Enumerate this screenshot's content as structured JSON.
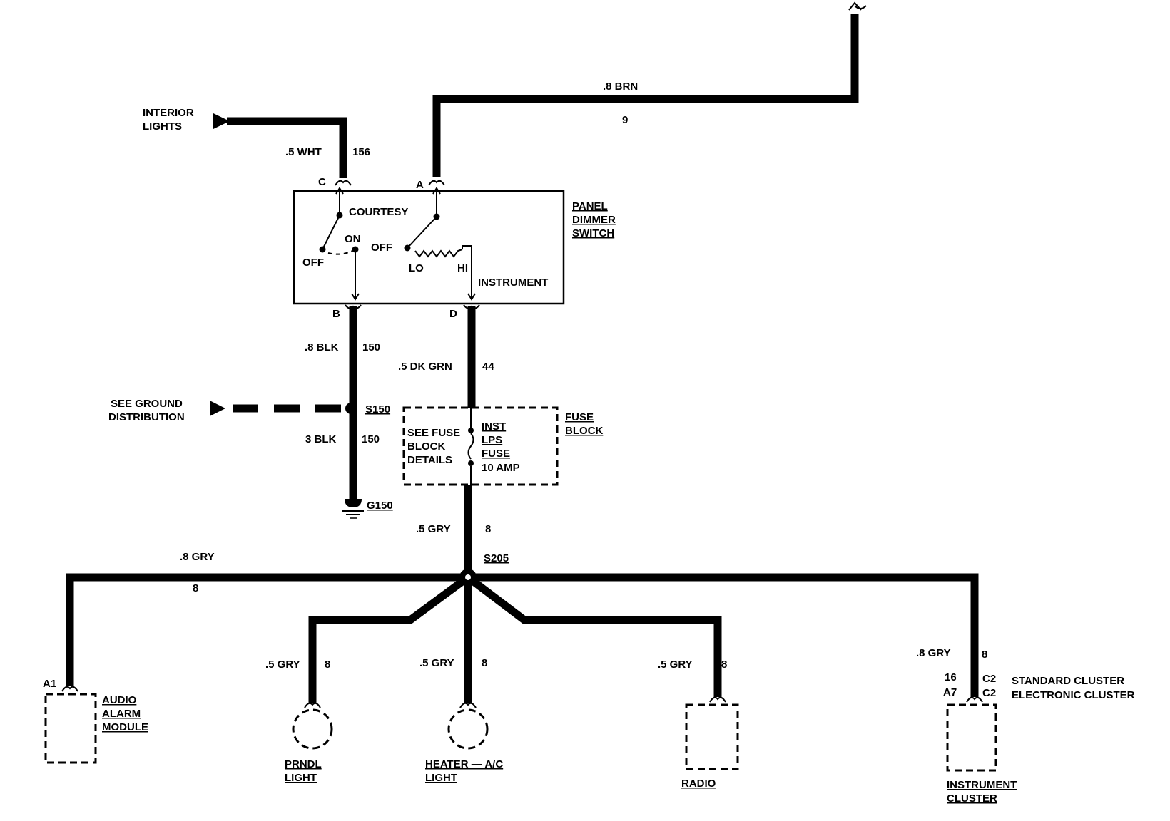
{
  "switch": {
    "panel_label": [
      "PANEL",
      "DIMMER",
      "SWITCH"
    ],
    "courtesy": "COURTESY",
    "on": "ON",
    "off_left": "OFF",
    "off_right": "OFF",
    "lo": "LO",
    "hi": "HI",
    "instrument": "INSTRUMENT",
    "pin_a": "A",
    "pin_b": "B",
    "pin_c": "C",
    "pin_d": "D"
  },
  "interior": {
    "label": [
      "INTERIOR",
      "LIGHTS"
    ],
    "wire": ".5 WHT",
    "circuit": "156"
  },
  "top_wire": {
    "wire": ".8 BRN",
    "circuit": "9"
  },
  "ground": {
    "wire_upper": ".8 BLK",
    "circuit_upper": "150",
    "see_label": [
      "SEE GROUND",
      "DISTRIBUTION"
    ],
    "splice": "S150",
    "wire_lower": "3 BLK",
    "circuit_lower": "150",
    "ground_id": "G150"
  },
  "instrument_wire": {
    "wire": ".5 DK GRN",
    "circuit": "44"
  },
  "fuse": {
    "block_label": [
      "FUSE",
      "BLOCK"
    ],
    "details": [
      "SEE FUSE",
      "BLOCK",
      "DETAILS"
    ],
    "fuse_name": [
      "INST",
      "LPS",
      "FUSE"
    ],
    "rating": "10 AMP"
  },
  "feed": {
    "wire": ".5 GRY",
    "circuit": "8",
    "splice": "S205"
  },
  "branches": {
    "left_wire": ".8 GRY",
    "left_circuit": "8",
    "prndl_wire": ".5 GRY",
    "prndl_circuit": "8",
    "heater_wire": ".5 GRY",
    "heater_circuit": "8",
    "radio_wire": ".5 GRY",
    "radio_circuit": "8",
    "cluster_wire": ".8 GRY",
    "cluster_circuit": "8"
  },
  "components": {
    "audio_pin": "A1",
    "audio_label": [
      "AUDIO",
      "ALARM",
      "MODULE"
    ],
    "prndl_label": [
      "PRNDL",
      "LIGHT"
    ],
    "heater_label": [
      "HEATER — A/C",
      "LIGHT"
    ],
    "radio_label": "RADIO",
    "cluster_label": [
      "INSTRUMENT",
      "CLUSTER"
    ],
    "cluster_pins_std": [
      "16",
      "C2"
    ],
    "cluster_pins_elec": [
      "A7",
      "C2"
    ],
    "standard_cluster": "STANDARD CLUSTER",
    "electronic_cluster": "ELECTRONIC CLUSTER"
  }
}
